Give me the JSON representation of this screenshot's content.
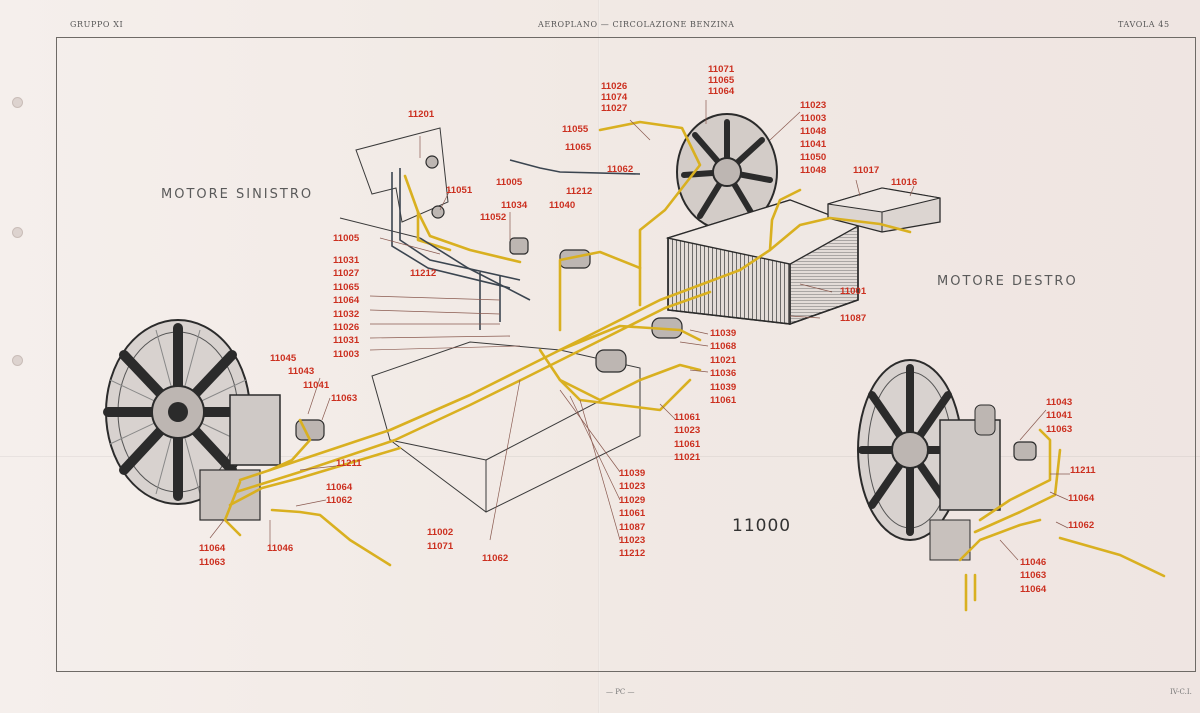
{
  "header": {
    "left": "GRUPPO XI",
    "center": "AEROPLANO — CIRCOLAZIONE BENZINA",
    "right": "TAVOLA 45"
  },
  "footer": {
    "center": "— PC —",
    "right": "IV-C.I."
  },
  "titles": {
    "left_engine": "MOTORE SINISTRO",
    "right_engine": "MOTORE DESTRO",
    "group_number": "11000"
  },
  "colors": {
    "fuel_line": "#d9b020",
    "label_red": "#cc3020",
    "ink": "#2b2b2b",
    "paper": "#f3ece8"
  },
  "labels": {
    "top_center": [
      "11026",
      "11074",
      "11027"
    ],
    "top_mid": [
      "11071",
      "11065",
      "11064"
    ],
    "right_top": [
      "11023",
      "11003",
      "11048",
      "11041",
      "11050",
      "11048"
    ],
    "l11017": "11017",
    "l11016": "11016",
    "l11201": "11201",
    "l11055": "11055",
    "l11065a": "11065",
    "l11062a": "11062",
    "l11005a": "11005",
    "l11212a": "11212",
    "l11051": "11051",
    "l11034": "11034",
    "l11040": "11040",
    "l11052": "11052",
    "l11005b": "11005",
    "l11212b": "11212",
    "left_column": [
      "11031",
      "11027",
      "11065",
      "11064",
      "11032",
      "11026",
      "11031",
      "11003"
    ],
    "l11001": "11001",
    "l11087a": "11087",
    "mid_right": [
      "11039",
      "11068",
      "11021",
      "11036",
      "11039",
      "11061"
    ],
    "mid_center": [
      "11061",
      "11023",
      "11061",
      "11021"
    ],
    "left_engine_labels": [
      "11045",
      "11043",
      "11041"
    ],
    "l11063a": "11063",
    "l11211a": "11211",
    "l11064a": "11064",
    "l11062b": "11062",
    "l11064b": "11064",
    "l11063b": "11063",
    "l11046a": "11046",
    "bottom_center": [
      "11039",
      "11023",
      "11029",
      "11061",
      "11087",
      "11023",
      "11212"
    ],
    "l11002": "11002",
    "l11071": "11071",
    "l11062c": "11062",
    "right_engine_labels": [
      "11043",
      "11041",
      "11063"
    ],
    "l11211b": "11211",
    "l11064c": "11064",
    "l11062d": "11062",
    "right_bottom": [
      "11046",
      "11063",
      "11064"
    ]
  }
}
